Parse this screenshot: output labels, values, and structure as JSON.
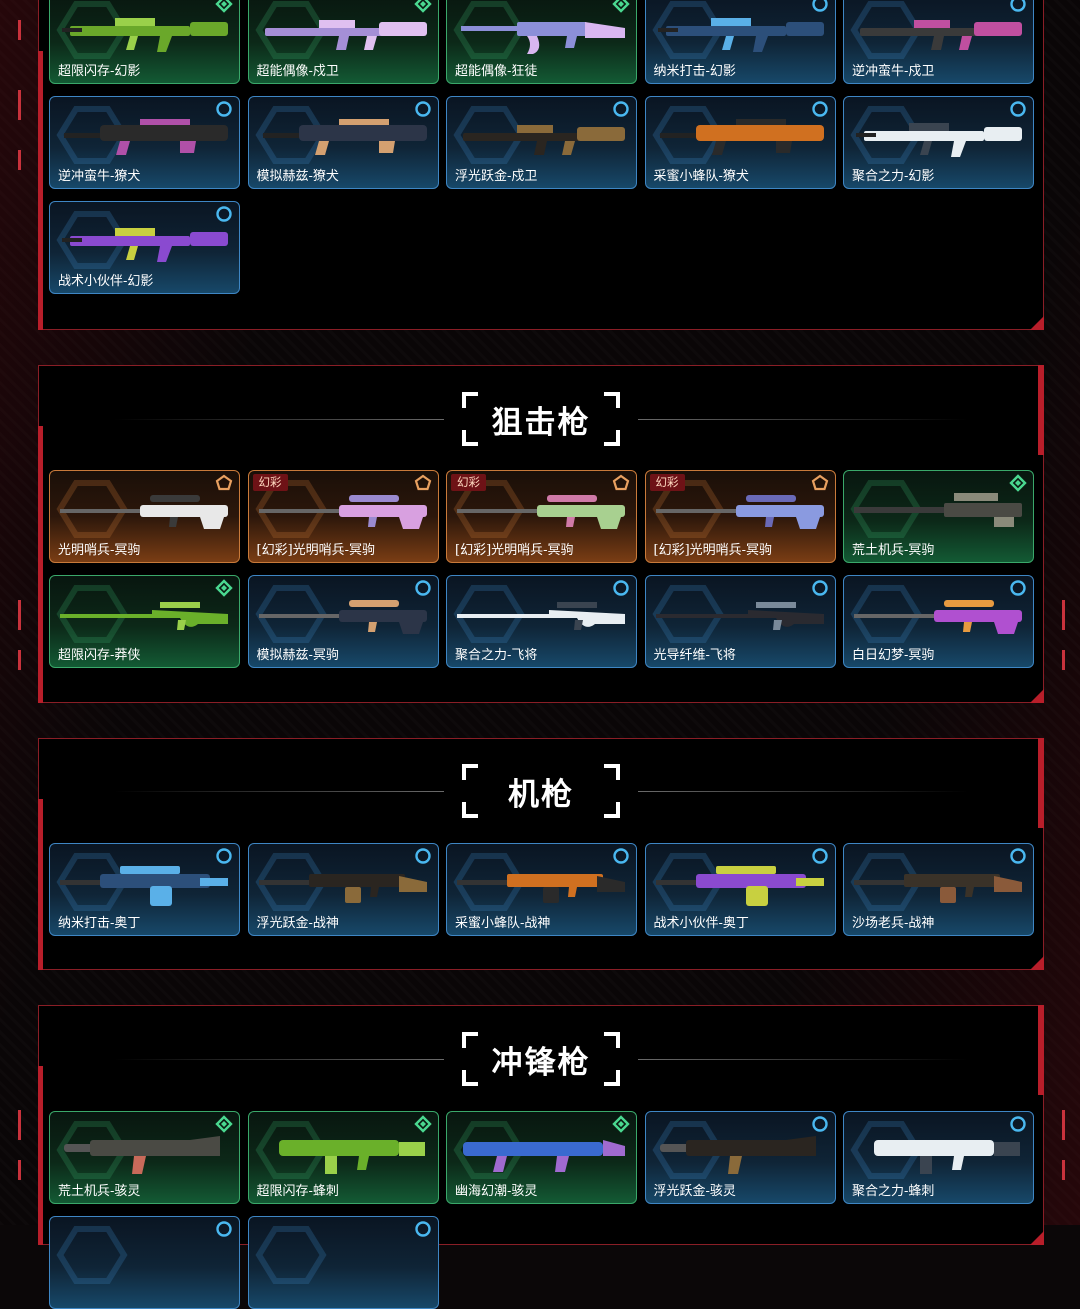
{
  "sections": [
    {
      "id": "rifles",
      "title": "",
      "rows": [
        [
          {
            "name": "超限闪存-幻影",
            "tier": "green",
            "gun": "rifle",
            "c1": "#6aa82a",
            "c2": "#9ad04a"
          },
          {
            "name": "超能偶像-戍卫",
            "tier": "green",
            "gun": "rifle2",
            "c1": "#a58fd6",
            "c2": "#e0c0f0"
          },
          {
            "name": "超能偶像-狂徒",
            "tier": "green",
            "gun": "ak",
            "c1": "#8c8fd8",
            "c2": "#d8b6f0"
          },
          {
            "name": "纳米打击-幻影",
            "tier": "blue",
            "gun": "rifle",
            "c1": "#2c4f7a",
            "c2": "#5ab0e8"
          },
          {
            "name": "逆冲蛮牛-戍卫",
            "tier": "blue",
            "gun": "rifle2",
            "c1": "#3a3a3a",
            "c2": "#c04fa0"
          }
        ],
        [
          {
            "name": "逆冲蛮牛-獠犬",
            "tier": "blue",
            "gun": "bullpup",
            "c1": "#2a2a2a",
            "c2": "#b050a8"
          },
          {
            "name": "模拟赫兹-獠犬",
            "tier": "blue",
            "gun": "bullpup",
            "c1": "#2c3548",
            "c2": "#d4a070"
          },
          {
            "name": "浮光跃金-戍卫",
            "tier": "blue",
            "gun": "rifle2",
            "c1": "#2a2520",
            "c2": "#8a6a3a"
          },
          {
            "name": "采蜜小蜂队-獠犬",
            "tier": "blue",
            "gun": "bullpup",
            "c1": "#d07020",
            "c2": "#2a2a2a"
          },
          {
            "name": "聚合之力-幻影",
            "tier": "blue",
            "gun": "rifle",
            "c1": "#e8eef2",
            "c2": "#3a4450"
          }
        ],
        [
          {
            "name": "战术小伙伴-幻影",
            "tier": "blue",
            "gun": "rifle",
            "c1": "#8a4ad0",
            "c2": "#c8d040"
          }
        ]
      ]
    },
    {
      "id": "snipers",
      "title": "狙击枪",
      "rows": [
        [
          {
            "name": "光明哨兵-冥驹",
            "tier": "orange",
            "gun": "sniper",
            "c1": "#e8e8e8",
            "c2": "#3a3a3a"
          },
          {
            "name": "[幻彩]光明哨兵-冥驹",
            "tier": "orange",
            "gun": "sniper",
            "c1": "#d8a0e0",
            "c2": "#9a8ad0",
            "badge": "幻彩"
          },
          {
            "name": "[幻彩]光明哨兵-冥驹",
            "tier": "orange",
            "gun": "sniper",
            "c1": "#a8d090",
            "c2": "#d07aa8",
            "badge": "幻彩"
          },
          {
            "name": "[幻彩]光明哨兵-冥驹",
            "tier": "orange",
            "gun": "sniper",
            "c1": "#8a9ae0",
            "c2": "#6a6ab8",
            "badge": "幻彩"
          },
          {
            "name": "荒土机兵-冥驹",
            "tier": "green",
            "gun": "sniper2",
            "c1": "#4a4a44",
            "c2": "#8a8a7a"
          }
        ],
        [
          {
            "name": "超限闪存-莽侠",
            "tier": "green",
            "gun": "marshal",
            "c1": "#6ab02a",
            "c2": "#9ad04a"
          },
          {
            "name": "模拟赫兹-冥驹",
            "tier": "blue",
            "gun": "sniper",
            "c1": "#2c3548",
            "c2": "#d4a070"
          },
          {
            "name": "聚合之力-飞将",
            "tier": "blue",
            "gun": "marshal",
            "c1": "#e8eef2",
            "c2": "#3a4450"
          },
          {
            "name": "光导纤维-飞将",
            "tier": "blue",
            "gun": "marshal",
            "c1": "#2a2a30",
            "c2": "#7a8a9a"
          },
          {
            "name": "白日幻梦-冥驹",
            "tier": "blue",
            "gun": "sniper",
            "c1": "#b050d0",
            "c2": "#e89a40"
          }
        ]
      ]
    },
    {
      "id": "mg",
      "title": "机枪",
      "rows": [
        [
          {
            "name": "纳米打击-奥丁",
            "tier": "blue",
            "gun": "odin",
            "c1": "#2c4f7a",
            "c2": "#5ab0e8"
          },
          {
            "name": "浮光跃金-战神",
            "tier": "blue",
            "gun": "ares",
            "c1": "#2a2520",
            "c2": "#8a6a3a"
          },
          {
            "name": "采蜜小蜂队-战神",
            "tier": "blue",
            "gun": "ares",
            "c1": "#d07020",
            "c2": "#2a2a2a"
          },
          {
            "name": "战术小伙伴-奥丁",
            "tier": "blue",
            "gun": "odin",
            "c1": "#8a4ad0",
            "c2": "#c8d040"
          },
          {
            "name": "沙场老兵-战神",
            "tier": "blue",
            "gun": "ares",
            "c1": "#3a3228",
            "c2": "#8a5a3a"
          }
        ]
      ]
    },
    {
      "id": "smg",
      "title": "冲锋枪",
      "rows": [
        [
          {
            "name": "荒土机兵-骇灵",
            "tier": "green",
            "gun": "smg",
            "c1": "#4a4a44",
            "c2": "#c86a5a"
          },
          {
            "name": "超限闪存-蜂刺",
            "tier": "green",
            "gun": "smg2",
            "c1": "#6ab02a",
            "c2": "#9ad04a"
          },
          {
            "name": "幽海幻潮-骇灵",
            "tier": "green",
            "gun": "smg3",
            "c1": "#3a6ad0",
            "c2": "#a06ad0"
          },
          {
            "name": "浮光跃金-骇灵",
            "tier": "blue",
            "gun": "smg",
            "c1": "#2a2520",
            "c2": "#8a6a3a"
          },
          {
            "name": "聚合之力-蜂刺",
            "tier": "blue",
            "gun": "smg2",
            "c1": "#e8eef2",
            "c2": "#3a4450"
          }
        ],
        [
          {
            "name": "",
            "tier": "blue",
            "gun": "none",
            "c1": "#333",
            "c2": "#333"
          },
          {
            "name": "",
            "tier": "blue",
            "gun": "none",
            "c1": "#333",
            "c2": "#333"
          }
        ]
      ]
    }
  ],
  "icons": {
    "rarity_blue": "circle-rarity-icon",
    "rarity_green": "diamond-rarity-icon",
    "rarity_orange": "pentagon-rarity-icon"
  },
  "colors": {
    "blue": "#3e86c4",
    "green": "#3aa86a",
    "orange": "#c97a3a",
    "accent": "#b81e2a"
  }
}
